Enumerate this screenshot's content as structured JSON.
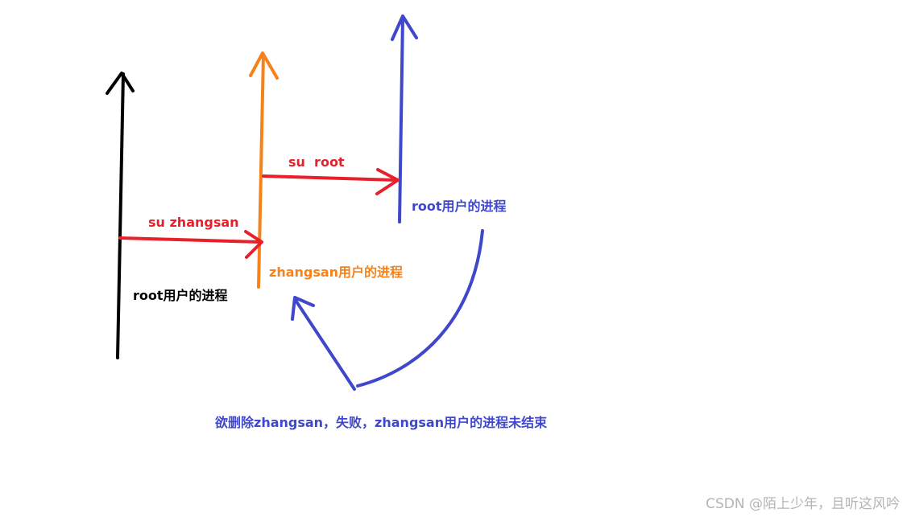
{
  "diagram": {
    "labels": {
      "su_zhangsan": "su zhangsan",
      "su_root": "su  root",
      "root_process_1": "root用户的进程",
      "zhangsan_process": "zhangsan用户的进程",
      "root_process_2": "root用户的进程",
      "note": "欲删除zhangsan，失败，zhangsan用户的进程未结束"
    },
    "watermark": "CSDN @陌上少年，且听这风吟"
  },
  "colors": {
    "black": "#000000",
    "orange": "#f7821b",
    "blue": "#3f48cc",
    "red": "#e8202a",
    "watermark": "#b4b4b4"
  }
}
